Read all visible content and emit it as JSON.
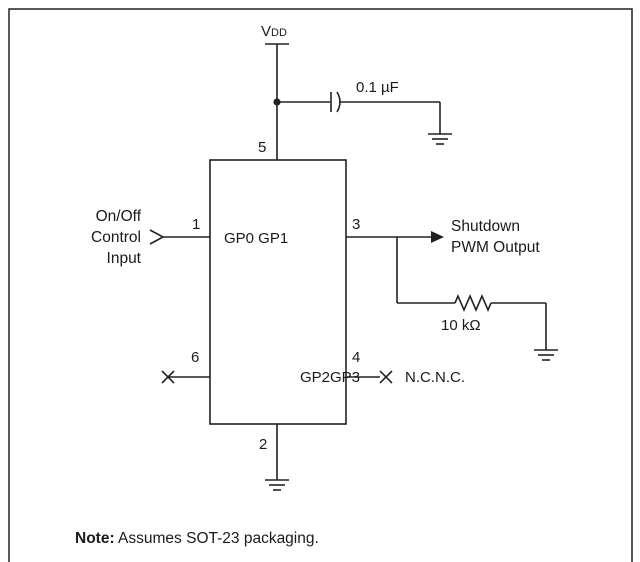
{
  "supply": {
    "label": "V",
    "subscript": "DD"
  },
  "capacitor": {
    "value": "0.1 µF"
  },
  "resistor": {
    "value": "10 kΩ"
  },
  "ic": {
    "pins": {
      "p1": "1",
      "p2": "2",
      "p3": "3",
      "p4": "4",
      "p5": "5",
      "p6": "6"
    },
    "label_left": "GP0 GP1",
    "label_bottom": "GP2GP3",
    "nc_label": "N.C.N.C."
  },
  "input": {
    "lines": [
      "On/Off",
      "Control",
      "Input"
    ]
  },
  "output": {
    "lines": [
      "Shutdown",
      "PWM Output"
    ]
  },
  "note": {
    "label": "Note:",
    "text": " Assumes SOT-23 packaging."
  }
}
